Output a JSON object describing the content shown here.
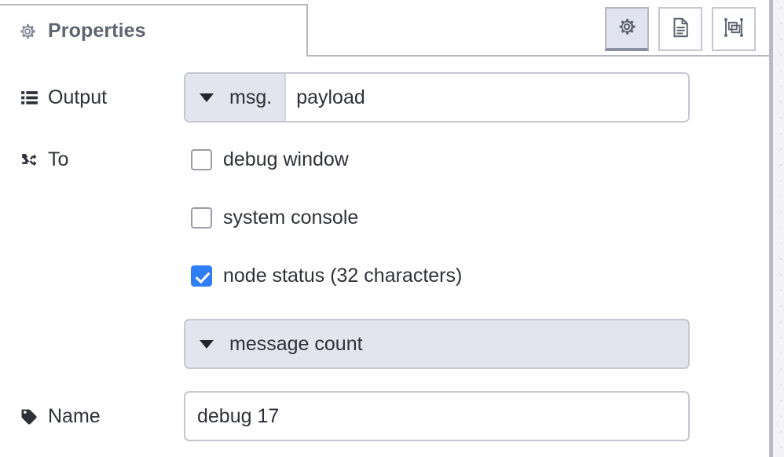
{
  "panel": {
    "tab": {
      "label": "Properties",
      "icon": "gear-icon"
    },
    "header_buttons": [
      {
        "name": "properties-button",
        "icon": "gear-icon",
        "active": true
      },
      {
        "name": "description-button",
        "icon": "document-icon",
        "active": false
      },
      {
        "name": "appearance-button",
        "icon": "appearance-icon",
        "active": false
      }
    ]
  },
  "form": {
    "output": {
      "label": "Output",
      "icon": "list-icon",
      "prefix": "msg.",
      "value": "payload",
      "placeholder": "payload"
    },
    "to": {
      "label": "To",
      "icon": "shuffle-icon",
      "options": [
        {
          "label": "debug window",
          "checked": false
        },
        {
          "label": "system console",
          "checked": false
        },
        {
          "label": "node status (32 characters)",
          "checked": true
        }
      ],
      "status_select": "message count"
    },
    "name": {
      "label": "Name",
      "icon": "tag-icon",
      "value": "debug 17",
      "placeholder": "Name"
    }
  },
  "colors": {
    "accent": "#2f7ef5",
    "prefix_bg": "#e4e4ef",
    "border": "#c6c7d1",
    "tab_text": "#5d6470",
    "text": "#2f3139"
  }
}
